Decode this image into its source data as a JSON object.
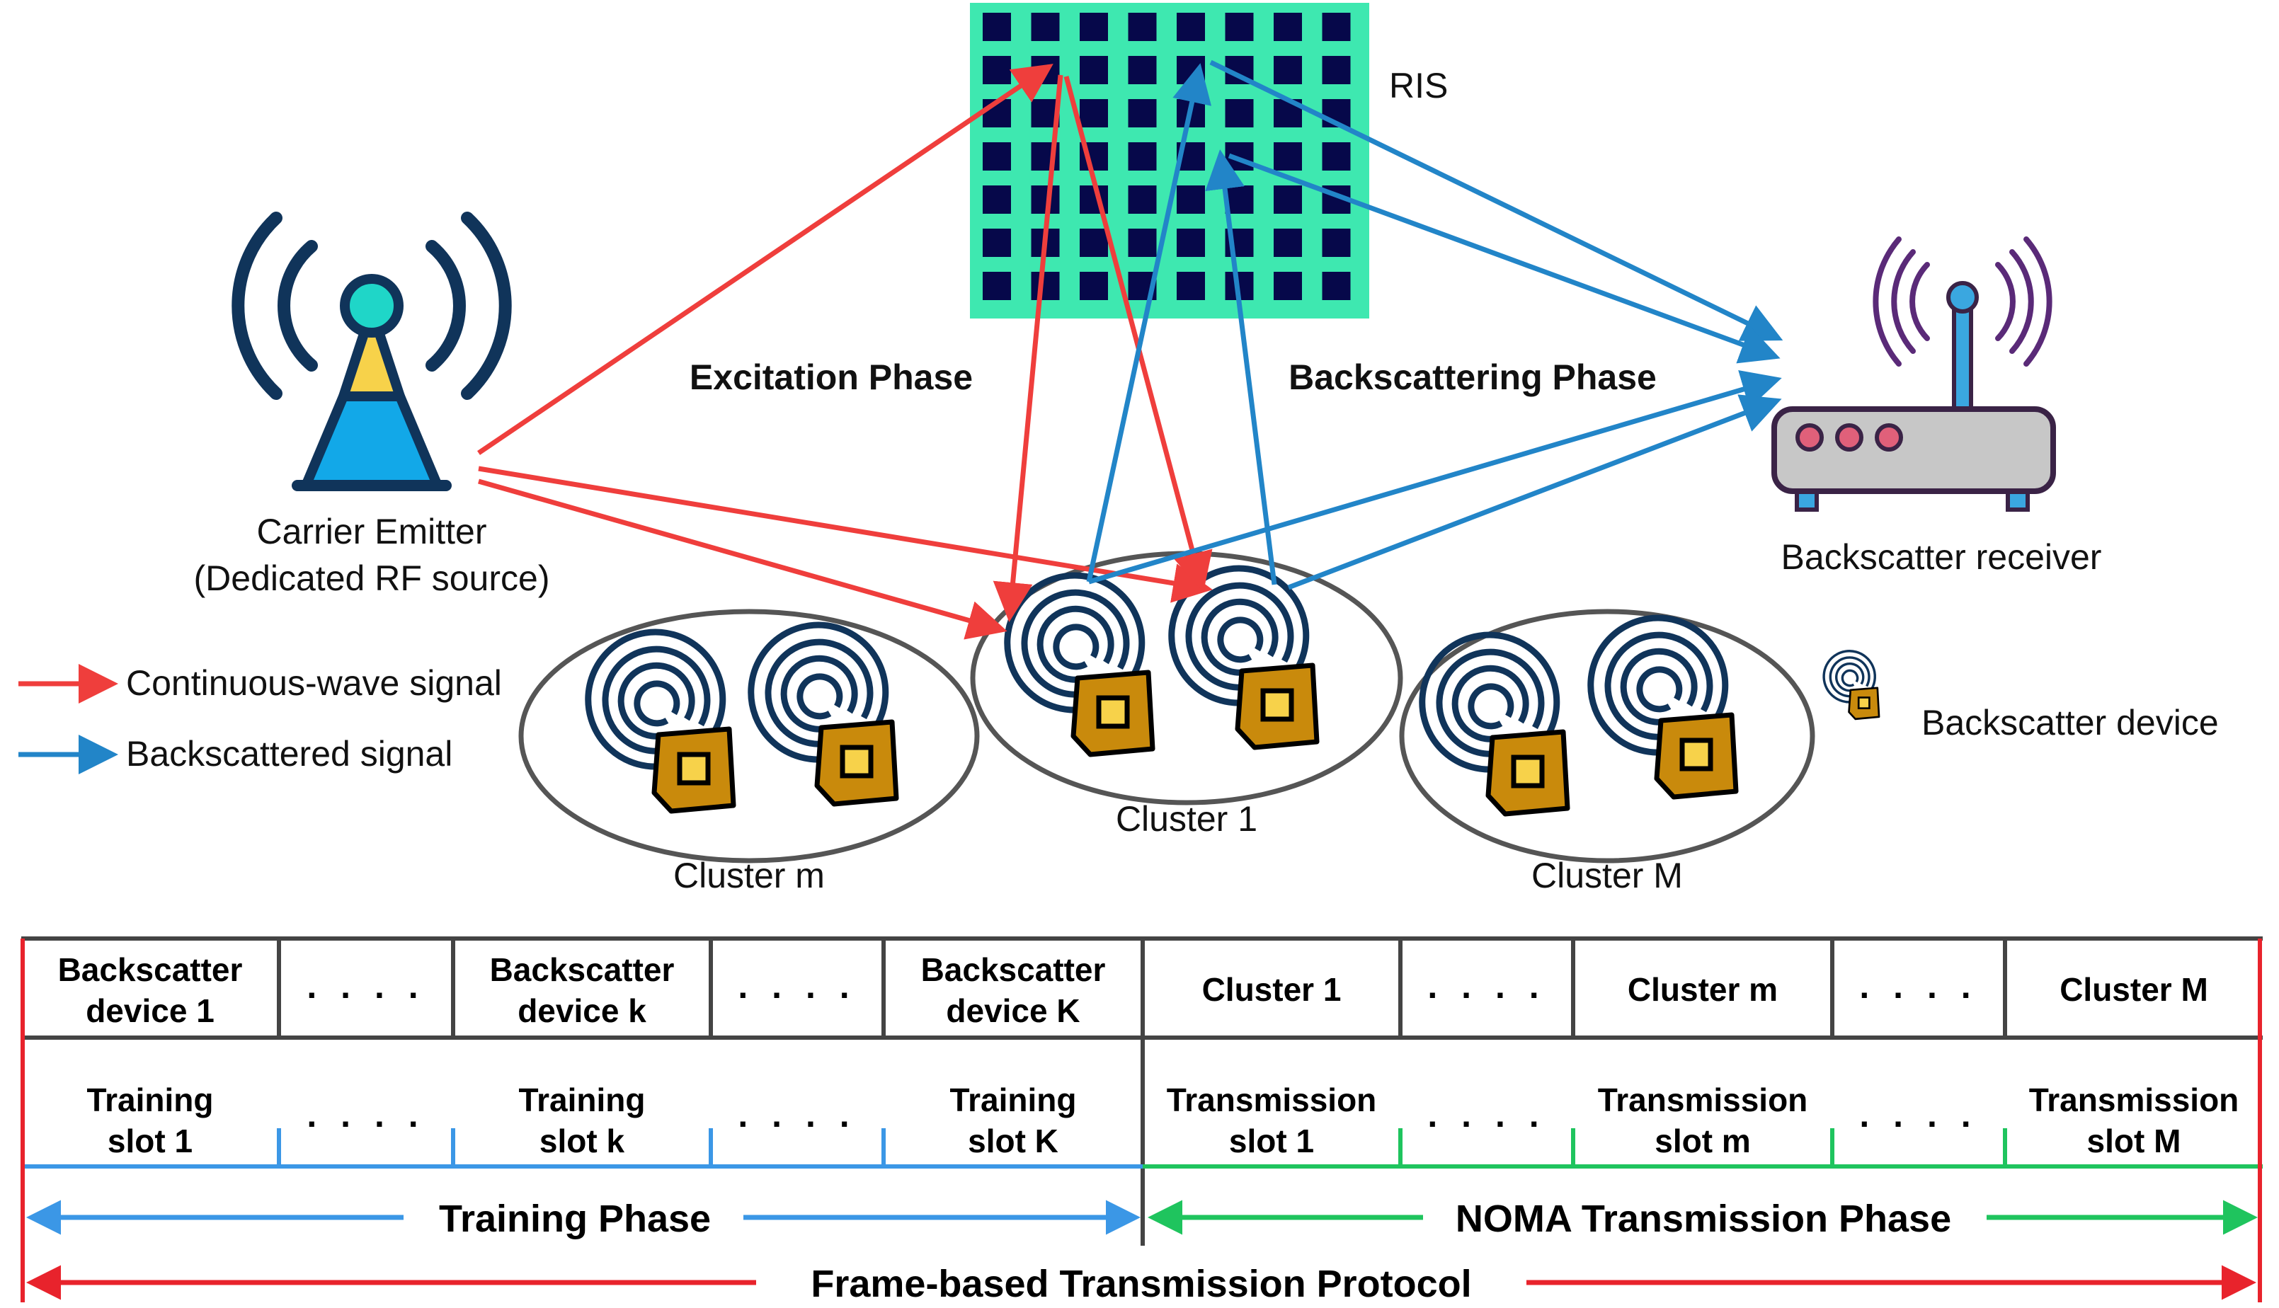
{
  "colors": {
    "continuous_wave": "#ef3e3c",
    "backscattered": "#2285c8",
    "ris_fill": "#3ee8b0",
    "ris_tile": "#06084a",
    "tower_dark": "#10345a",
    "tower_yellow": "#f7d24a",
    "tower_blue": "#12a8e8",
    "tower_cyan": "#1fd6c8",
    "chip": "#c98a0c",
    "receiver_body": "#c7c7c7",
    "receiver_outline": "#3a2346",
    "receiver_led": "#e0607a",
    "receiver_antenna": "#3aa7e0",
    "training_line": "#3b97e6",
    "noma_line": "#1fc45e",
    "frame_line": "#e8232c"
  },
  "labels": {
    "ris": "RIS",
    "excitation_phase": "Excitation Phase",
    "backscattering_phase": "Backscattering Phase",
    "carrier_emitter_line1": "Carrier Emitter",
    "carrier_emitter_line2": "(Dedicated RF source)",
    "backscatter_receiver": "Backscatter receiver",
    "cluster_1": "Cluster 1",
    "cluster_m": "Cluster m",
    "cluster_M": "Cluster M"
  },
  "legend": {
    "continuous_wave": "Continuous-wave signal",
    "backscattered": "Backscattered signal",
    "backscatter_device": "Backscatter device"
  },
  "protocol": {
    "top_row": [
      {
        "line1": "Backscatter",
        "line2": "device 1"
      },
      {
        "dots": ". . . ."
      },
      {
        "line1": "Backscatter",
        "line2": "device k"
      },
      {
        "dots": ". . . ."
      },
      {
        "line1": "Backscatter",
        "line2": "device K"
      },
      {
        "line1": "Cluster 1"
      },
      {
        "dots": ". . . ."
      },
      {
        "line1": "Cluster m"
      },
      {
        "dots": ". . . ."
      },
      {
        "line1": "Cluster M"
      }
    ],
    "slot_row": [
      {
        "line1": "Training",
        "line2": "slot 1"
      },
      {
        "dots": ". . . ."
      },
      {
        "line1": "Training",
        "line2": "slot k"
      },
      {
        "dots": ". . . ."
      },
      {
        "line1": "Training",
        "line2": "slot K"
      },
      {
        "line1": "Transmission",
        "line2": "slot 1"
      },
      {
        "dots": ". . . ."
      },
      {
        "line1": "Transmission",
        "line2": "slot m"
      },
      {
        "dots": ". . . ."
      },
      {
        "line1": "Transmission",
        "line2": "slot M"
      }
    ],
    "training_phase": "Training Phase",
    "noma_phase": "NOMA Transmission Phase",
    "frame_protocol": "Frame-based Transmission Protocol"
  }
}
